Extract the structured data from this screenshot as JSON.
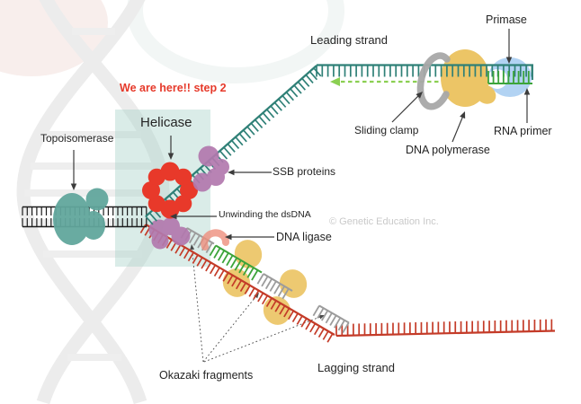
{
  "labels": {
    "we_are_here": "We are here!! step 2",
    "helicase": "Helicase",
    "topoisomerase": "Topoisomerase",
    "leading_strand": "Leading strand",
    "primase": "Primase",
    "sliding_clamp": "Sliding clamp",
    "dna_polymerase": "DNA polymerase",
    "rna_primer": "RNA primer",
    "ssb_proteins": "SSB proteins",
    "unwinding": "Unwinding the dsDNA",
    "dna_ligase": "DNA ligase",
    "okazaki_fragments": "Okazaki fragments",
    "lagging_strand": "Lagging strand",
    "copyright": "© Genetic Education Inc."
  },
  "colors": {
    "teal": "#2f8077",
    "red": "#c43b28",
    "helicase_red": "#e8392a",
    "ssb_purple": "#b279ae",
    "topo_teal": "#62a79d",
    "poly_yellow": "#ecc566",
    "primase_blue": "#a5cbf1",
    "clamp_gray": "#a8a8a8",
    "frag_gray": "#9c9c9c",
    "primer_green": "#3ca43a",
    "dashed_green": "#8bcf52",
    "box_teal": "#a8d2c8",
    "step_red": "#e6392a",
    "ink": "#1c1c1c",
    "arrow_dark": "#3b3b3b",
    "ligase_salmon": "#ee8f7d",
    "watermark_gray": "#ececec",
    "watermark_text": "#c9c9c9"
  }
}
